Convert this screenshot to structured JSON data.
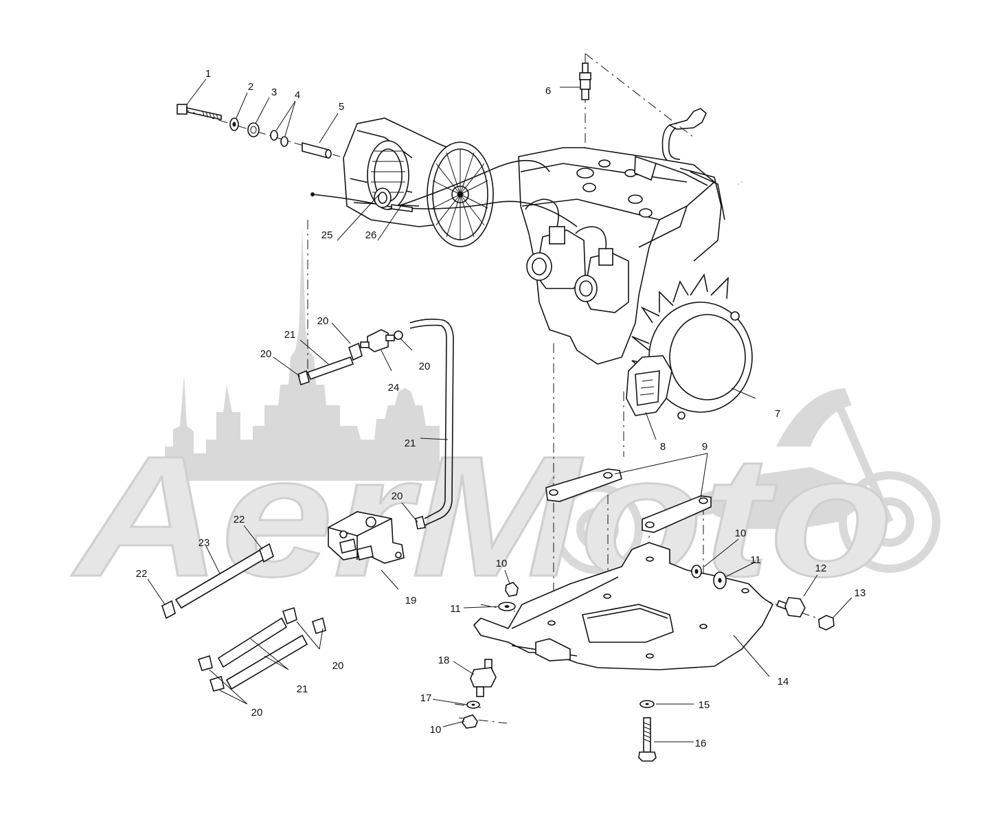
{
  "watermark": {
    "text": "AerMoto"
  },
  "callouts": [
    {
      "id": "c1",
      "text": "1"
    },
    {
      "id": "c2",
      "text": "2"
    },
    {
      "id": "c3",
      "text": "3"
    },
    {
      "id": "c4",
      "text": "4"
    },
    {
      "id": "c5",
      "text": "5"
    },
    {
      "id": "c6",
      "text": "6"
    },
    {
      "id": "c7",
      "text": "7"
    },
    {
      "id": "c8",
      "text": "8"
    },
    {
      "id": "c9",
      "text": "9"
    },
    {
      "id": "c10a",
      "text": "10"
    },
    {
      "id": "c10b",
      "text": "10"
    },
    {
      "id": "c10c",
      "text": "10"
    },
    {
      "id": "c11a",
      "text": "11"
    },
    {
      "id": "c11b",
      "text": "11"
    },
    {
      "id": "c12",
      "text": "12"
    },
    {
      "id": "c13",
      "text": "13"
    },
    {
      "id": "c14",
      "text": "14"
    },
    {
      "id": "c15",
      "text": "15"
    },
    {
      "id": "c16",
      "text": "16"
    },
    {
      "id": "c17",
      "text": "17"
    },
    {
      "id": "c18",
      "text": "18"
    },
    {
      "id": "c19",
      "text": "19"
    },
    {
      "id": "c20a",
      "text": "20"
    },
    {
      "id": "c20b",
      "text": "20"
    },
    {
      "id": "c20c",
      "text": "20"
    },
    {
      "id": "c20d",
      "text": "20"
    },
    {
      "id": "c20e",
      "text": "20"
    },
    {
      "id": "c20f",
      "text": "20"
    },
    {
      "id": "c21a",
      "text": "21"
    },
    {
      "id": "c21b",
      "text": "21"
    },
    {
      "id": "c21c",
      "text": "21"
    },
    {
      "id": "c22a",
      "text": "22"
    },
    {
      "id": "c22b",
      "text": "22"
    },
    {
      "id": "c23",
      "text": "23"
    },
    {
      "id": "c24",
      "text": "24"
    },
    {
      "id": "c25",
      "text": "25"
    },
    {
      "id": "c26",
      "text": "26"
    }
  ]
}
